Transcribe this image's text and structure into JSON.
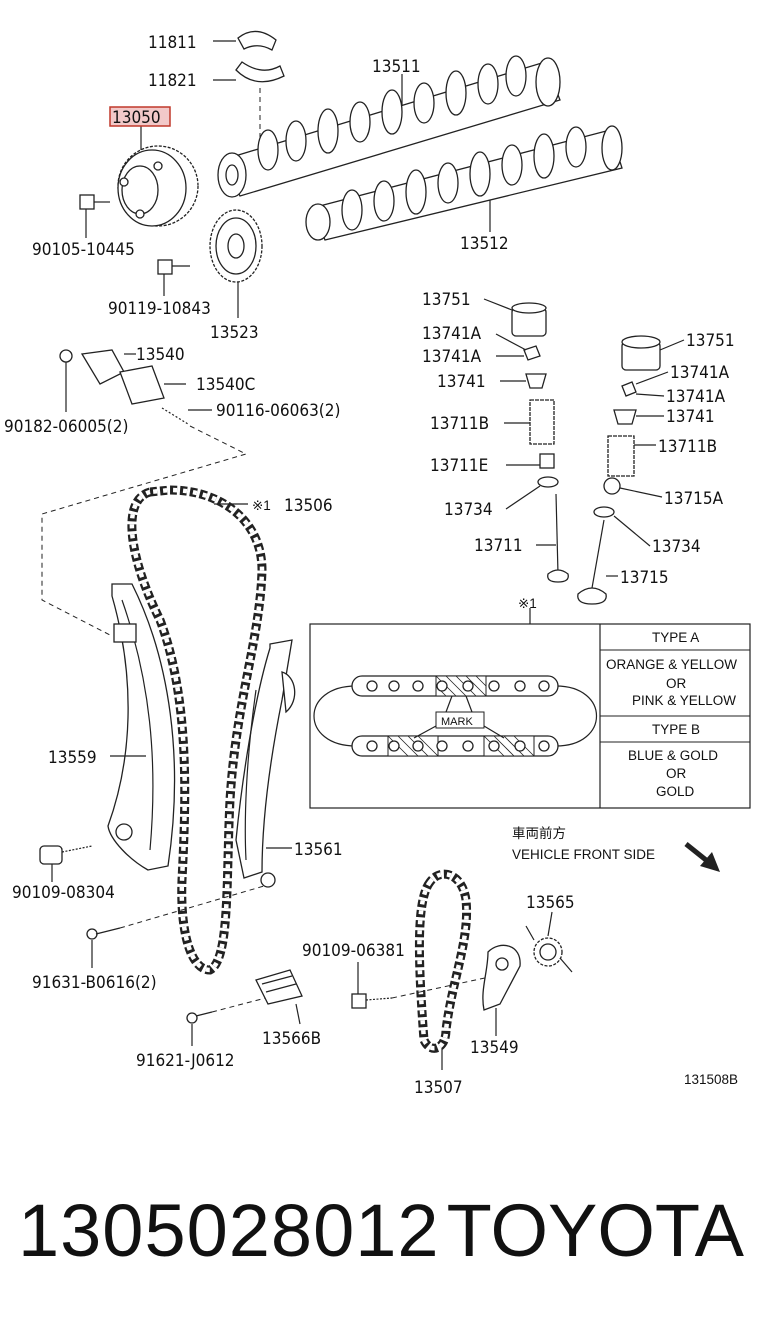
{
  "labels": {
    "p11811": "11811",
    "p11821": "11821",
    "p13050": "13050",
    "p13511": "13511",
    "p13512": "13512",
    "p90105": "90105-10445",
    "p90119": "90119-10843",
    "p13523": "13523",
    "p13540": "13540",
    "p13540c": "13540C",
    "p90182": "90182-06005(2)",
    "p90116": "90116-06063(2)",
    "p13751a": "13751",
    "p13741aa": "13741A",
    "p13741ab": "13741A",
    "p13741a": "13741",
    "p13711ba": "13711B",
    "p13711e": "13711E",
    "p13734a": "13734",
    "p13711": "13711",
    "p13751b": "13751",
    "p13741ac": "13741A",
    "p13741ad": "13741A",
    "p13741b": "13741",
    "p13711bb": "13711B",
    "p13715a": "13715A",
    "p13734b": "13734",
    "p13715": "13715",
    "p13506": "13506",
    "p13506mark": "※1",
    "p13559": "13559",
    "p13561": "13561",
    "p90109a": "90109-08304",
    "p91631": "91631-B0616(2)",
    "p91621": "91621-J0612",
    "p13566b": "13566B",
    "p90109b": "90109-06381",
    "p13507": "13507",
    "p13549": "13549",
    "p13565": "13565"
  },
  "inset": {
    "ref_mark": "※1",
    "mark_label": "MARK",
    "type_a": "TYPE A",
    "type_a_colors": [
      "ORANGE & YELLOW",
      "OR",
      "PINK & YELLOW"
    ],
    "type_b": "TYPE B",
    "type_b_colors": [
      "BLUE & GOLD",
      "OR",
      "GOLD"
    ]
  },
  "direction": {
    "jp": "車両前方",
    "en": "VEHICLE FRONT SIDE"
  },
  "diagram_code": "131508B",
  "footer": {
    "part_number": "1305028012",
    "brand": "TOYOTA"
  }
}
